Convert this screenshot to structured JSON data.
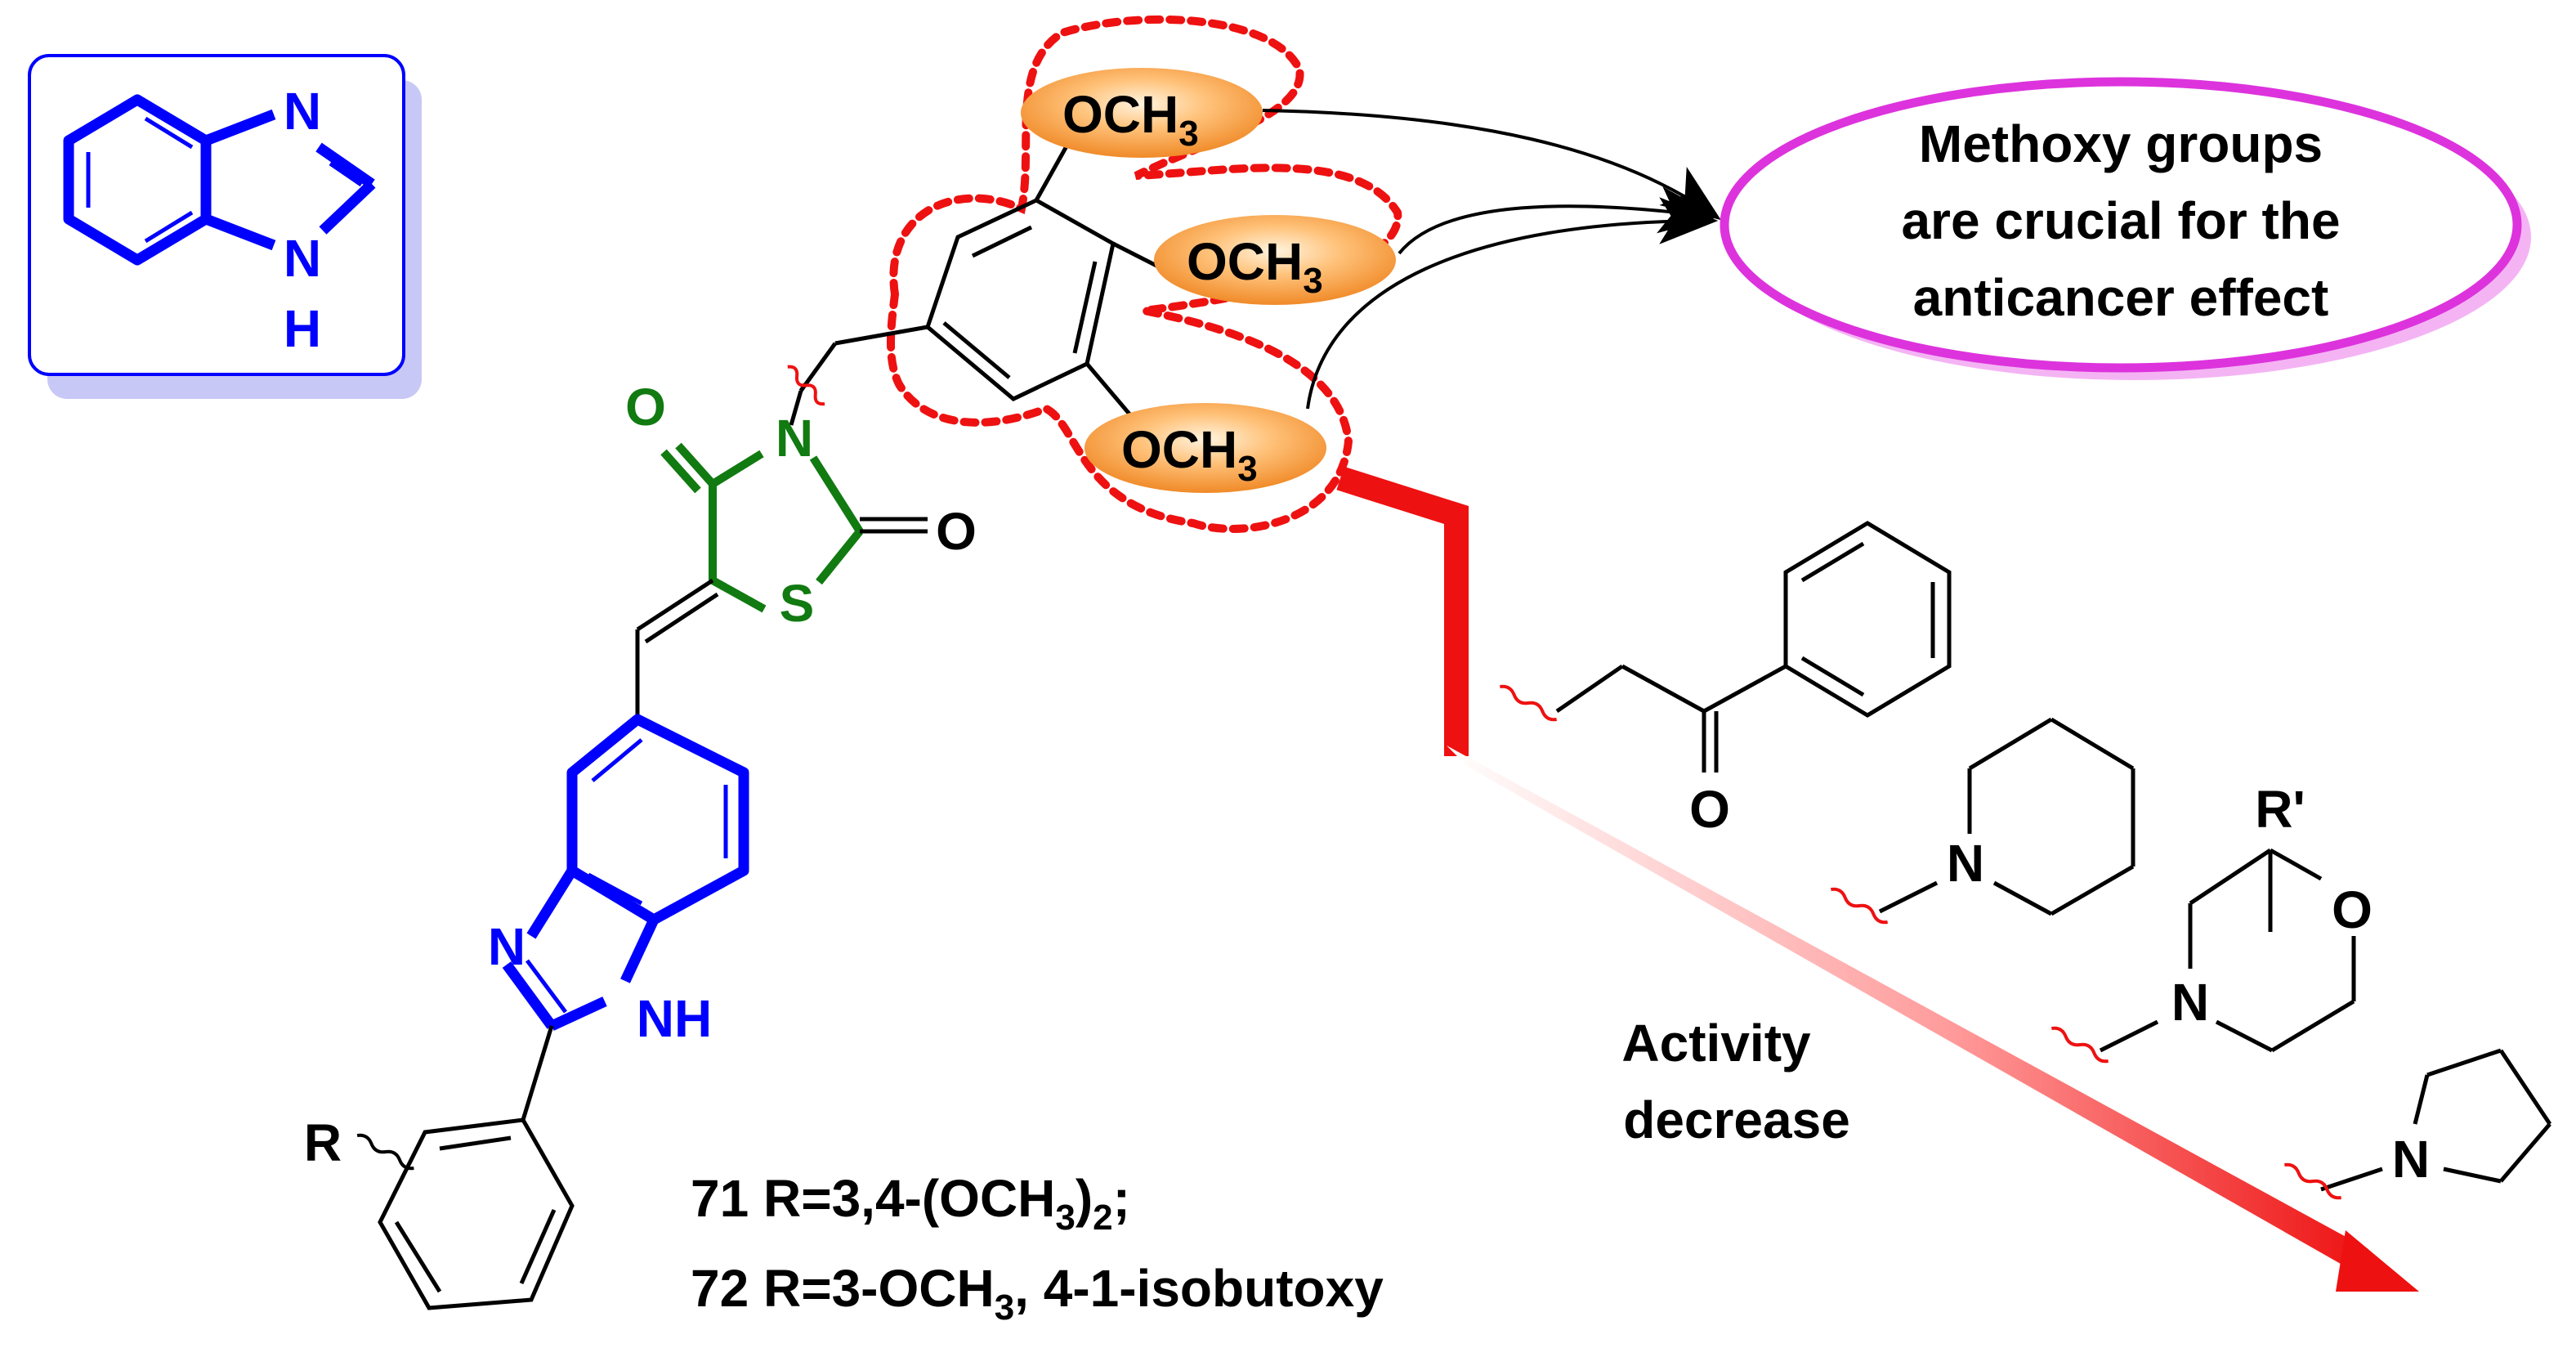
{
  "colors": {
    "benzimidazole": "#0000ff",
    "thiazolidinedione": "#117a11",
    "bond": "#000000",
    "highlight_dots": "#ee1111",
    "callout_border": "#dd33dd",
    "pill_fill": "#f59a3c",
    "arrow": "#ee1111"
  },
  "icons": [
    "benzimidazole-core",
    "methoxy-pill",
    "activity-arrow",
    "wavy-bond"
  ],
  "scaffold": {
    "atom_N_top": "N",
    "atom_N_bottom": "N",
    "atom_H_bottom": "H"
  },
  "methoxy_groups": [
    {
      "label": "OCH",
      "sub": "3"
    },
    {
      "label": "OCH",
      "sub": "3"
    },
    {
      "label": "OCH",
      "sub": "3"
    }
  ],
  "callout": {
    "line1": "Methoxy groups",
    "line2": "are crucial for the",
    "line3": "anticancer effect"
  },
  "activity": {
    "line1": "Activity",
    "line2": "decrease"
  },
  "tzd_atoms": {
    "O_carbonyl": "O",
    "N": "N",
    "S": "S",
    "O_exo": "O"
  },
  "benzimidazole_atoms": {
    "N": "N",
    "NH": "NH"
  },
  "R_label": "R",
  "substituents": {
    "ketone_O": "O",
    "piperidine_N": "N",
    "morpholine_N": "N",
    "morpholine_O": "O",
    "morpholine_R": "R'",
    "pyrrolidine_N": "N"
  },
  "compounds": [
    {
      "id": "71",
      "text_a": "R=3,4-(OCH",
      "sub_a": "3",
      "text_b": ")",
      "sub_b": "2",
      "text_c": ";"
    },
    {
      "id": "72",
      "text_a": "R=3-OCH",
      "sub_a": "3",
      "text_b": ", 4-1-isobutoxy",
      "sub_b": "",
      "text_c": ""
    }
  ]
}
